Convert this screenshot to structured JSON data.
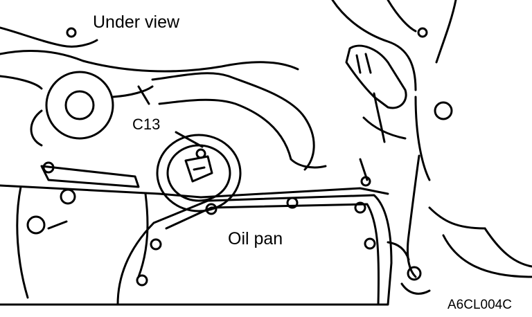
{
  "labels": {
    "view": "Under view",
    "connector": "C13",
    "oil_pan": "Oil pan",
    "figure_code": "A6CL004C"
  },
  "colors": {
    "line": "#000000",
    "background": "#ffffff"
  }
}
